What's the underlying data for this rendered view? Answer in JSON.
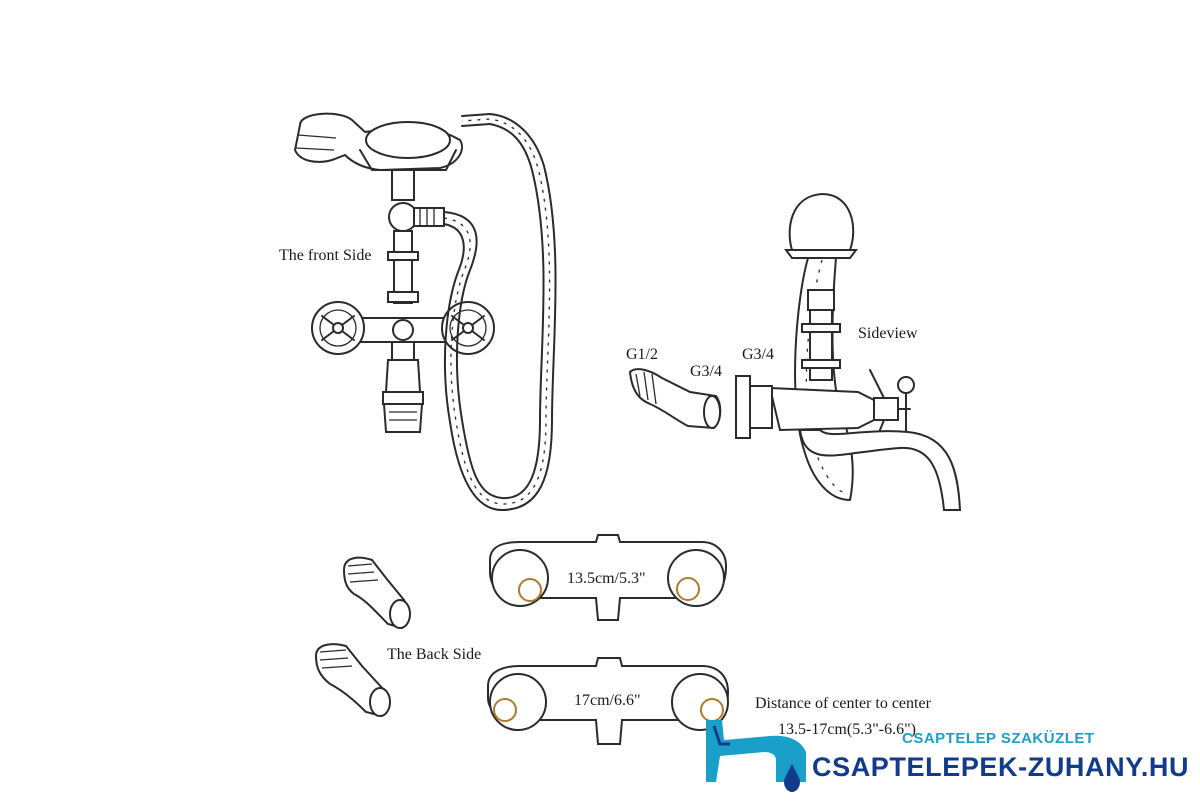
{
  "labels": {
    "front_side": "The front Side",
    "sideview": "Sideview",
    "g12": "G1/2",
    "g34_a": "G3/4",
    "g34_b": "G3/4",
    "back_side": "The Back Side",
    "dim_short": "13.5cm/5.3\"",
    "dim_long": "17cm/6.6\"",
    "distance_title": "Distance of center to center",
    "distance_range": "13.5-17cm(5.3\"-6.6\")"
  },
  "watermark": {
    "line1": "CSAPTELEP SZAKÜZLET",
    "line2": "CSAPTELEPEK-ZUHANY.HU",
    "color_primary": "#123b8c",
    "color_accent": "#1aa0c8"
  },
  "icons": [
    "faucet-logo-icon",
    "water-drop-icon"
  ]
}
